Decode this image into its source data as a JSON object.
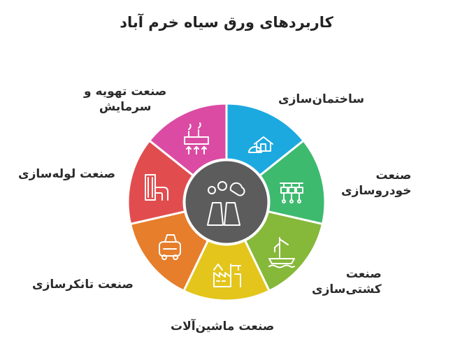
{
  "title": "کاربردهای ورق سیاه خرم آباد",
  "segments": [
    {
      "label": "ساختمان‌سازی",
      "color": "#1ca9e0",
      "icon": "house-icon"
    },
    {
      "label": "صنعت\nخودروسازی",
      "color": "#3dba6e",
      "icon": "car-assembly-icon"
    },
    {
      "label": "صنعت\nکشتی‌سازی",
      "color": "#86b83a",
      "icon": "ship-crane-icon"
    },
    {
      "label": "صنعت ماشین‌آلات",
      "color": "#e3c51c",
      "icon": "factory-machinery-icon"
    },
    {
      "label": "صنعت تانکرسازی",
      "color": "#e67e2b",
      "icon": "tanker-truck-icon"
    },
    {
      "label": "صنعت لوله‌سازی",
      "color": "#e14d4e",
      "icon": "pipes-icon"
    },
    {
      "label": "صنعت تهویه و\nسرمایش",
      "color": "#db4ba3",
      "icon": "ventilation-icon"
    }
  ],
  "center": {
    "color": "#5c5c5c",
    "icon": "smokestacks-icon"
  }
}
